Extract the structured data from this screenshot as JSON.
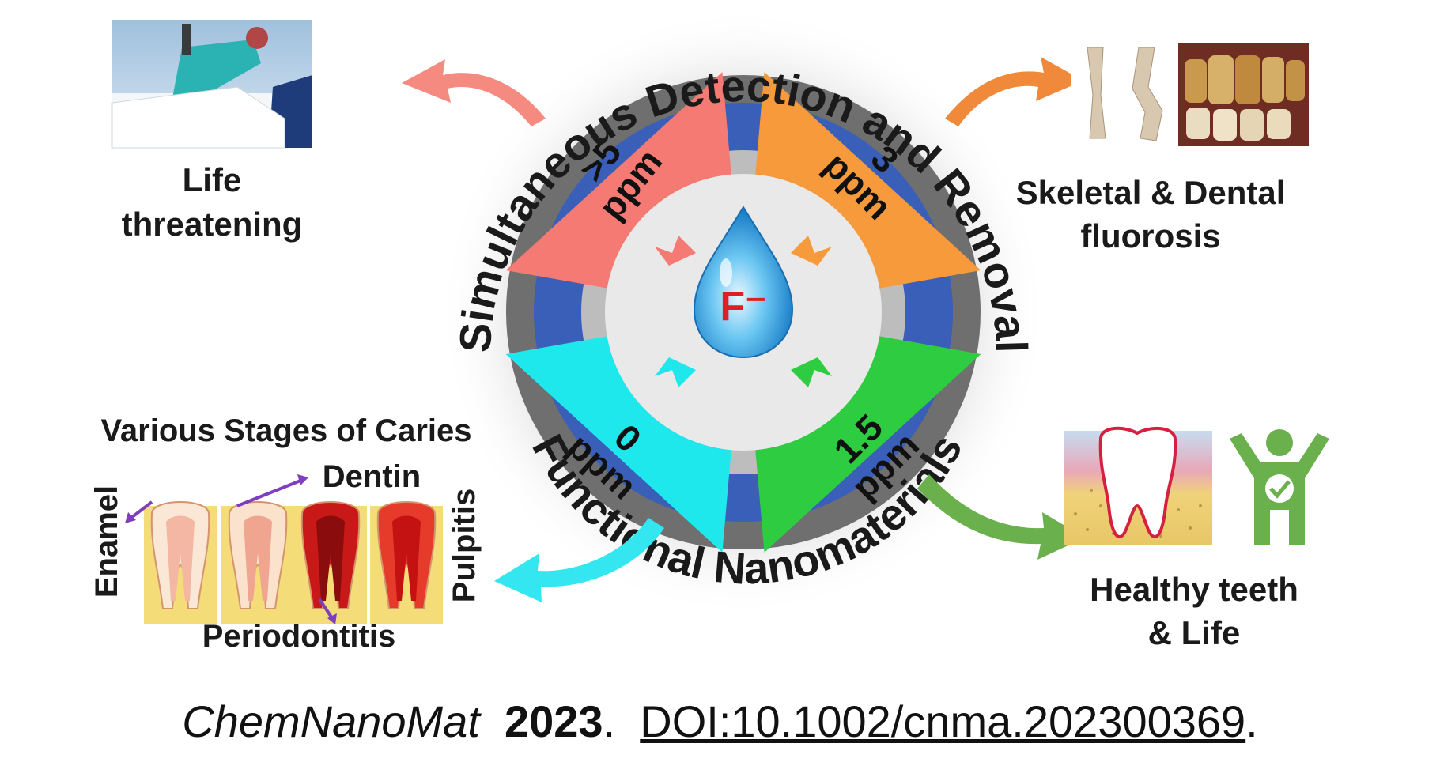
{
  "ring": {
    "top_arc_text": "Simultaneous Detection and Removal",
    "bottom_arc_text": "Functional Nanomaterials"
  },
  "center": {
    "ion": "F⁻"
  },
  "segments": [
    {
      "ppm_value": ">5",
      "unit": "ppm",
      "color": "#f57a73"
    },
    {
      "ppm_value": "3",
      "unit": "ppm",
      "color": "#f79a3c"
    },
    {
      "ppm_value": "1.5",
      "unit": "ppm",
      "color": "#2ecc40"
    },
    {
      "ppm_value": "0",
      "unit": "ppm",
      "color": "#1ee8ec"
    }
  ],
  "effects": {
    "life_threatening": [
      "Life",
      "threatening"
    ],
    "fluorosis": [
      "Skeletal & Dental",
      "fluorosis"
    ],
    "healthy": [
      "Healthy teeth",
      "& Life"
    ],
    "caries": {
      "title": "Various Stages of Caries",
      "enamel": "Enamel",
      "dentin": "Dentin",
      "pulpitis": "Pulpitis",
      "periodontitis": "Periodontitis"
    }
  },
  "citation": {
    "journal": "ChemNanoMat",
    "year": "2023",
    "sep": ".",
    "doi": "DOI:10.1002/cnma.202300369",
    "end": "."
  },
  "colors": {
    "ring_blue": "#3a5fb8",
    "hospital_arrow": "#f58a80",
    "fluorosis_arrow": "#f0893a",
    "healthy_arrow": "#6ab04c",
    "caries_arrow": "#33e6ef",
    "caries_marker": "#7e3fbf"
  }
}
